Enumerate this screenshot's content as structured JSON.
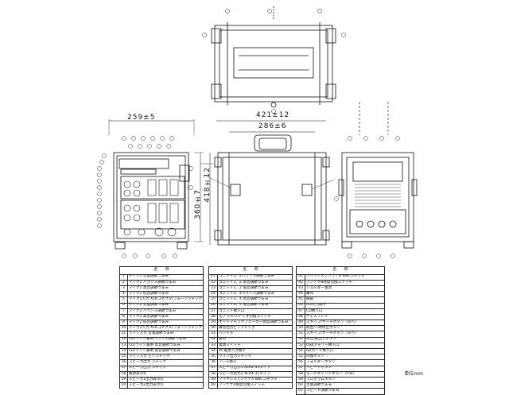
{
  "dimensions": {
    "side_width": "259±5",
    "front_width_outer": "421±12",
    "front_width_inner": "286±6",
    "height_inner": "360±7",
    "height_outer": "418±12"
  },
  "unit_label": "単位mm",
  "tables": [
    {
      "header": "名　　称",
      "rows": [
        {
          "no": "1",
          "name": "マイク1 音量調節つまみ"
        },
        {
          "no": "2",
          "name": "マイク1 バランス調節つまみ"
        },
        {
          "no": "3",
          "name": "マイク1 高音調節つまみ"
        },
        {
          "no": "4",
          "name": "マイク1 低音調節つまみ"
        },
        {
          "no": "5",
          "name": "マイク1入力 XLRコネクタ/フォーンジャック"
        },
        {
          "no": "6",
          "name": "マイク2 音量調節つまみ"
        },
        {
          "no": "7",
          "name": "マイク2 バランス調節つまみ"
        },
        {
          "no": "8",
          "name": "マイク2 高音調節つまみ"
        },
        {
          "no": "9",
          "name": "マイク2 低音調節つまみ"
        },
        {
          "no": "10",
          "name": "マイク2入力 XLRコネクタ/フォーンジャック"
        },
        {
          "no": "11",
          "name": "ライン入力 音量調節つまみ"
        },
        {
          "no": "12",
          "name": "CD/ライン兼用バランス調節つまみ"
        },
        {
          "no": "13",
          "name": "CD/ライン兼用 高音調節つまみ"
        },
        {
          "no": "14",
          "name": "CD/ライン兼用 低音調節つまみ"
        },
        {
          "no": "15",
          "name": "ライン入力 ピンジャック"
        },
        {
          "no": "16",
          "name": "スピーカ出力 ジャック"
        },
        {
          "no": "17",
          "name": "スピーカ出力 ジャック"
        },
        {
          "no": "18",
          "name": "電源表示灯"
        },
        {
          "no": "19",
          "name": "スピーカ1出力表示灯"
        },
        {
          "no": "20",
          "name": "スピーカ2出力表示灯"
        }
      ]
    },
    {
      "header": "名　　称",
      "rows": [
        {
          "no": "21",
          "name": "ユニット1、2バランス調節つまみ"
        },
        {
          "no": "22",
          "name": "ユニット1、2 高音調節つまみ"
        },
        {
          "no": "23",
          "name": "ユニット1、2 低音調節つまみ"
        },
        {
          "no": "24",
          "name": "ユニット3、4バランス調節つまみ"
        },
        {
          "no": "25",
          "name": "ユニット3、4 高音調節つまみ"
        },
        {
          "no": "26",
          "name": "ユニット3、4 低音調節つまみ"
        },
        {
          "no": "27",
          "name": "ユニット挿入口"
        },
        {
          "no": "28",
          "name": "モノラル/ステレオ切換スイッチ"
        },
        {
          "no": "29",
          "name": "オートマチックフェーダー感度調節つまみ"
        },
        {
          "no": "30",
          "name": "録音出力ピンジャック"
        },
        {
          "no": "31",
          "name": "ハンドル"
        },
        {
          "no": "32",
          "name": "留め"
        },
        {
          "no": "33",
          "name": "電源スイッチ"
        },
        {
          "no": "34",
          "name": "AC電源入力端子"
        },
        {
          "no": "35",
          "name": "ライン出力ジャック"
        },
        {
          "no": "36",
          "name": "アース端子"
        },
        {
          "no": "37",
          "name": "スピーカ出力1 XLR4-31タイプ"
        },
        {
          "no": "38",
          "name": "スピーカ出力2 XLR4-31タイプ"
        },
        {
          "no": "39",
          "name": "ワイヤレスアンテナA BNCコネクタ"
        },
        {
          "no": "40",
          "name": "アンテナA感度切換スイッチ"
        }
      ]
    },
    {
      "header": "名　　称",
      "rows": [
        {
          "no": "41",
          "name": "ワイヤレスアンテナB BNCコネクタ"
        },
        {
          "no": "42",
          "name": "アンテナB感度切換スイッチ"
        },
        {
          "no": "43",
          "name": "ショルダー金具"
        },
        {
          "no": "44",
          "name": "覆布"
        },
        {
          "no": "45",
          "name": "脚部"
        },
        {
          "no": "46",
          "name": "CD入力端子"
        },
        {
          "no": "47",
          "name": "CD挿入口"
        },
        {
          "no": "48",
          "name": "ディスプレイ"
        },
        {
          "no": "49",
          "name": "スキップ/サーチボタン（戻へ）"
        },
        {
          "no": "50",
          "name": "再生/一時停止ボタン"
        },
        {
          "no": "51",
          "name": "スキップ/サーチボタン（次へ）"
        },
        {
          "no": "52",
          "name": "停止/取出しボタン"
        },
        {
          "no": "53",
          "name": "USBメモリー挿入口"
        },
        {
          "no": "54",
          "name": "SDカード挿入口"
        },
        {
          "no": "55",
          "name": "切換ボタン"
        },
        {
          "no": "56",
          "name": "フォルダーボタン"
        },
        {
          "no": "57",
          "name": "リピートボタン"
        },
        {
          "no": "58",
          "name": "モードポイントボタン（A-B）"
        },
        {
          "no": "59",
          "name": "プログラムボタン"
        },
        {
          "no": "60",
          "name": "音量調節つまみ"
        },
        {
          "no": "61",
          "name": "スピード調節つまみ"
        }
      ]
    }
  ]
}
